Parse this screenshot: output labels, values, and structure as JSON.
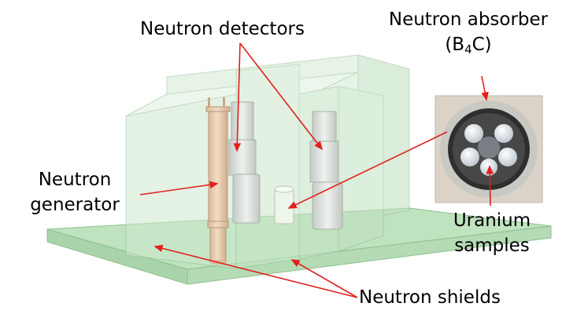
{
  "labels": {
    "neutron_detectors": "Neutron detectors",
    "neutron_absorber": "Neutron absorber",
    "absorber_formula_pre": "(B",
    "absorber_formula_sub": "4",
    "absorber_formula_post": "C)",
    "neutron_generator_line1": "Neutron",
    "neutron_generator_line2": "generator",
    "uranium_samples_line1": "Uranium",
    "uranium_samples_line2": "samples",
    "neutron_shields": "Neutron shields"
  },
  "colors": {
    "shield_fill": "#c9e6c9",
    "shield_edge": "#8fbf90",
    "base_slab": "#bfe3bf",
    "detector": "#dfe3df",
    "generator": "#ecd2b8",
    "arrow": "#e0201c",
    "photo_bg": "#dcd3c8"
  }
}
